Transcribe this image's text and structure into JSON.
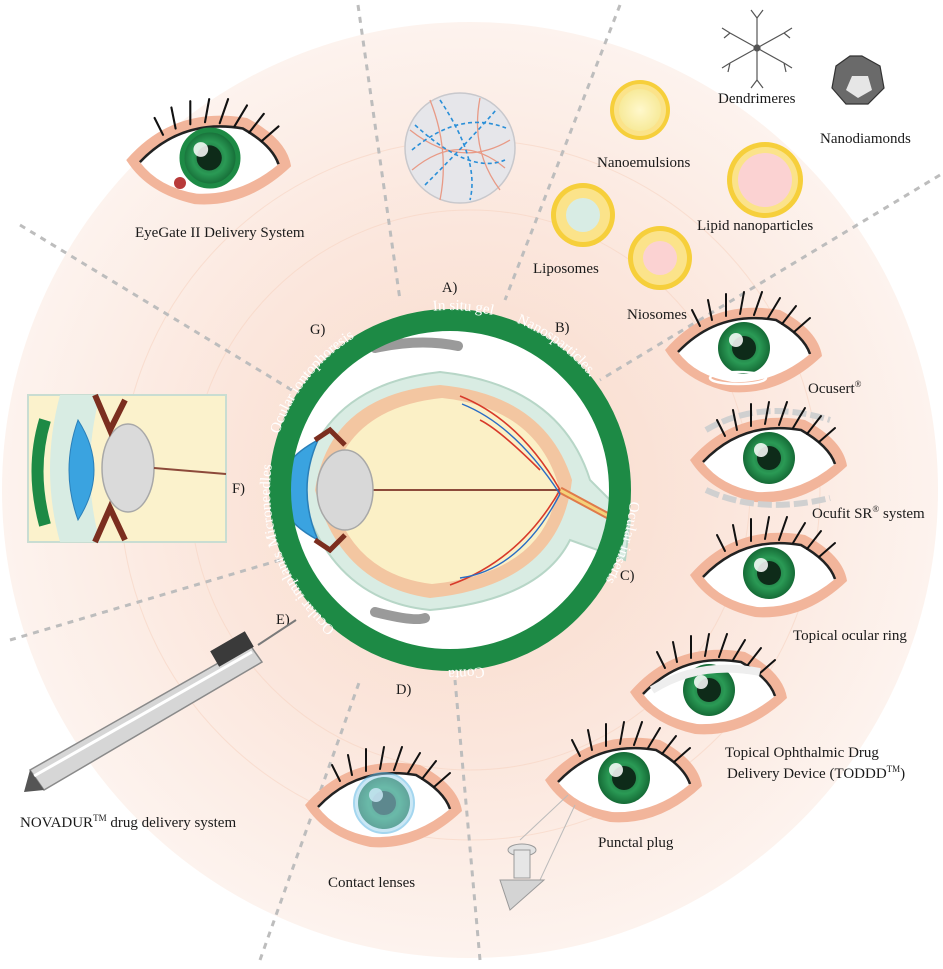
{
  "center_ring": {
    "in_situ_gel": "In situ gel",
    "nanoparticles": "Nanosparticles.",
    "ocular_inserts": "Ocular inserts",
    "contact_lenses": "Contact lenses",
    "ocular_implants": "Ocular implants",
    "microneedles": "Microneedles",
    "ocular_iontophoresis": "Ocular iontophoresis"
  },
  "section_letters": {
    "a": "A)",
    "b": "B)",
    "c": "C)",
    "d": "D)",
    "e": "E)",
    "f": "F)",
    "g": "G)"
  },
  "labels": {
    "eyegate": "EyeGate II Delivery System",
    "dendrimeres": "Dendrimeres",
    "nanodiamonds": "Nanodiamonds",
    "nanoemulsions": "Nanoemulsions",
    "lipid_nanoparticles": "Lipid nanoparticles",
    "liposomes": "Liposomes",
    "niosomes": "Niosomes",
    "ocusert": "Ocusert",
    "ocusert_mark": "®",
    "ocufit_prefix": "Ocufit SR",
    "ocufit_mark": "®",
    "ocufit_suffix": " system",
    "topical_ring": "Topical ocular ring",
    "toddd_line1": "Topical Ophthalmic Drug",
    "toddd_line2": "Delivery Device (TODDD",
    "toddd_mark": "TM",
    "toddd_close": ")",
    "punctal_plug": "Punctal plug",
    "contact_lenses": "Contact lenses",
    "novadur": "NOVADUR",
    "novadur_mark": "TM",
    "novadur_suffix": " drug delivery system"
  },
  "colors": {
    "ring_green": "#1d8a45",
    "iris_green": "#2a9a55",
    "skin": "#f2b59b",
    "nano_shell": "#f6cf3b",
    "background_glow": "#fbe3d6"
  }
}
